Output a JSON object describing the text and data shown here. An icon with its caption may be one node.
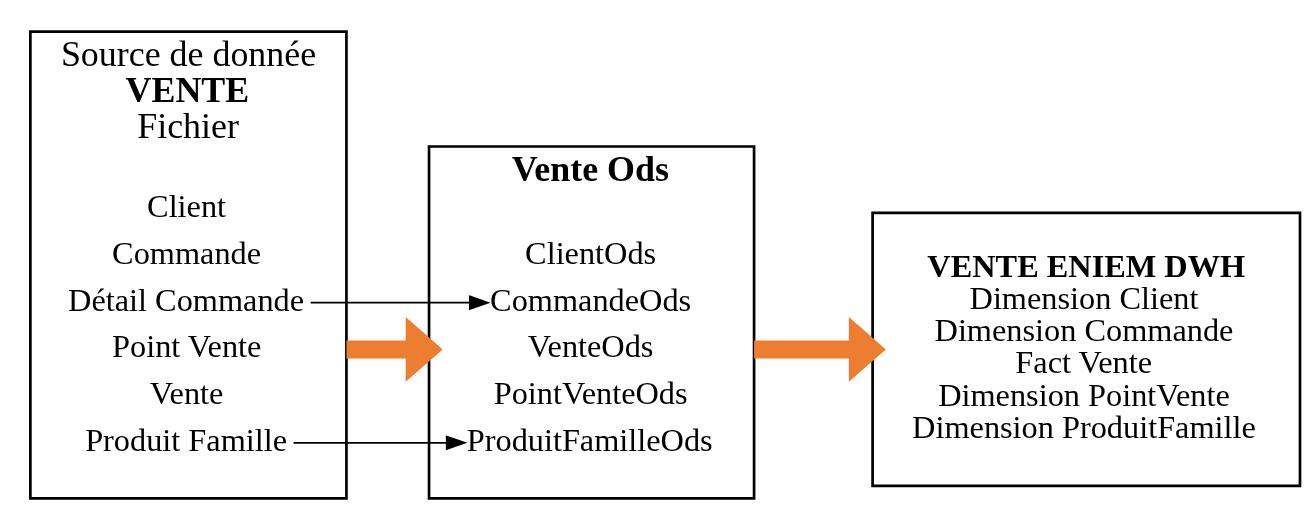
{
  "diagram": {
    "nodes": [
      {
        "text": [
          "Source de donnée",
          "VENTE",
          "Fichier"
        ]
      },
      {
        "text": [
          "Client"
        ],
        "in": 0
      },
      {
        "text": [
          "Commande"
        ],
        "in": 0
      },
      {
        "text": [
          "Détail Commande"
        ],
        "in": 0
      },
      {
        "text": [
          "Point Vente"
        ],
        "in": 0
      },
      {
        "text": [
          "Vente"
        ],
        "in": 0
      },
      {
        "text": [
          "Produit Famille"
        ],
        "in": 0
      },
      {
        "text": [
          "Vente Ods"
        ]
      },
      {
        "text": [
          "ClientOds"
        ],
        "in": 7
      },
      {
        "text": [
          "CommandeOds"
        ],
        "in": 7
      },
      {
        "text": [
          "VenteOds"
        ],
        "in": 7
      },
      {
        "text": [
          "PointVenteOds"
        ],
        "in": 7
      },
      {
        "text": [
          "ProduitFamilleOds"
        ],
        "in": 7
      },
      {
        "text": [
          "VENTE ENIEM DWH",
          "Dimension Client",
          "Dimension Commande",
          "Fact Vente",
          "Dimension PointVente",
          "Dimension ProduitFamille"
        ]
      }
    ],
    "edges": [
      {
        "from": 0,
        "to": 7,
        "arrow": "to",
        "style": "thick",
        "color": "#ed7d31"
      },
      {
        "from": 3,
        "to": 9,
        "arrow": "to",
        "color": "#000000"
      },
      {
        "from": 6,
        "to": 12,
        "arrow": "to",
        "color": "#000000"
      },
      {
        "from": 7,
        "to": 13,
        "arrow": "to",
        "style": "thick",
        "color": "#ed7d31"
      }
    ]
  }
}
